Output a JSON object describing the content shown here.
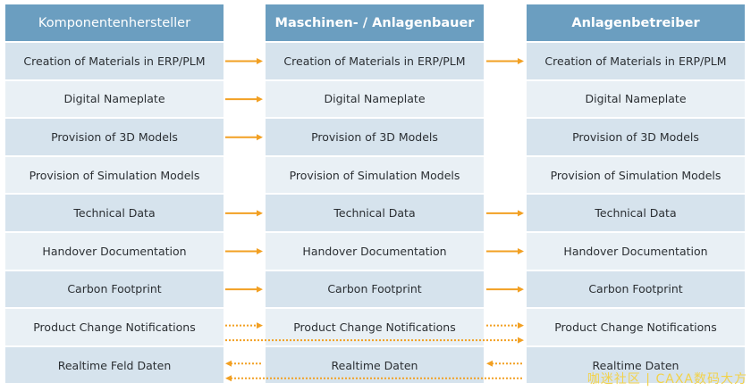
{
  "colors": {
    "header_bg": "#6b9ec0",
    "row_dark": "#d6e3ed",
    "row_light": "#e9f0f5",
    "arrow": "#f2a023"
  },
  "columns": [
    {
      "title": "Komponentenhersteller",
      "bold": false,
      "rows": [
        "Creation of Materials in ERP/PLM",
        "Digital Nameplate",
        "Provision of 3D Models",
        "Provision of Simulation Models",
        "Technical Data",
        "Handover Documentation",
        "Carbon Footprint",
        "Product Change Notifications",
        "Realtime Feld Daten"
      ]
    },
    {
      "title": "Maschinen- / Anlagenbauer",
      "bold": true,
      "rows": [
        "Creation of Materials in ERP/PLM",
        "Digital Nameplate",
        "Provision of 3D Models",
        "Provision of Simulation Models",
        "Technical Data",
        "Handover Documentation",
        "Carbon Footprint",
        "Product Change Notifications",
        "Realtime Daten"
      ]
    },
    {
      "title": "Anlagenbetreiber",
      "bold": true,
      "rows": [
        "Creation of Materials in ERP/PLM",
        "Digital Nameplate",
        "Provision of 3D Models",
        "Provision of Simulation Models",
        "Technical Data",
        "Handover Documentation",
        "Carbon Footprint",
        "Product Change Notifications",
        "Realtime Daten"
      ]
    }
  ],
  "flows": [
    {
      "row": 0,
      "gap": 1,
      "direction": "right",
      "style": "solid"
    },
    {
      "row": 0,
      "gap": 2,
      "direction": "right",
      "style": "solid"
    },
    {
      "row": 1,
      "gap": 1,
      "direction": "right",
      "style": "solid"
    },
    {
      "row": 1,
      "gap": 2,
      "direction": "none",
      "style": "none"
    },
    {
      "row": 2,
      "gap": 1,
      "direction": "right",
      "style": "solid"
    },
    {
      "row": 4,
      "gap": 1,
      "direction": "right",
      "style": "solid"
    },
    {
      "row": 4,
      "gap": 2,
      "direction": "right",
      "style": "solid"
    },
    {
      "row": 5,
      "gap": 1,
      "direction": "right",
      "style": "solid"
    },
    {
      "row": 5,
      "gap": 2,
      "direction": "right",
      "style": "solid"
    },
    {
      "row": 6,
      "gap": 1,
      "direction": "right",
      "style": "solid"
    },
    {
      "row": 6,
      "gap": 2,
      "direction": "right",
      "style": "solid"
    },
    {
      "row": 7,
      "gap": 1,
      "direction": "right",
      "style": "dotted"
    },
    {
      "row": 7,
      "gap": 2,
      "direction": "right",
      "style": "dotted"
    },
    {
      "row": 7,
      "span": "1-3",
      "direction": "right",
      "style": "dotted"
    },
    {
      "row": 8,
      "gap": 1,
      "direction": "left",
      "style": "dotted"
    },
    {
      "row": 8,
      "gap": 2,
      "direction": "left",
      "style": "dotted"
    },
    {
      "row": 8,
      "span": "1-3",
      "direction": "left",
      "style": "dotted"
    }
  ],
  "watermark": "咖迷社区 | CAXA数码大方"
}
